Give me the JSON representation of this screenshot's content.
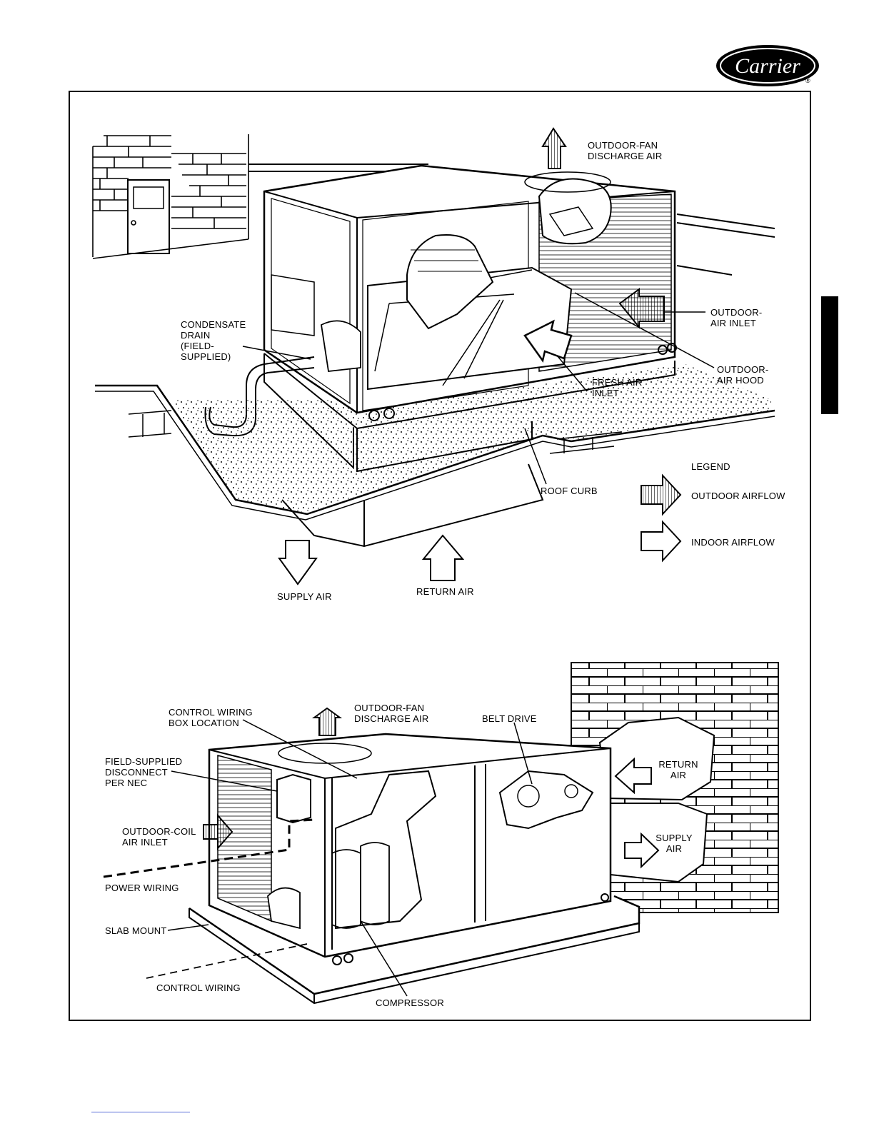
{
  "brand": {
    "name": "Carrier",
    "registered": "®"
  },
  "top_diagram": {
    "labels": {
      "outdoor_fan_discharge": "OUTDOOR-FAN\nDISCHARGE AIR",
      "condensate_drain": "CONDENSATE\nDRAIN\n(FIELD-\nSUPPLIED)",
      "outdoor_air_inlet": "OUTDOOR-\nAIR INLET",
      "outdoor_air_hood": "OUTDOOR-\nAIR HOOD",
      "fresh_air_inlet": "FRESH AIR\nINLET",
      "roof_curb": "ROOF CURB",
      "supply_air": "SUPPLY AIR",
      "return_air": "RETURN AIR"
    },
    "legend": {
      "title": "LEGEND",
      "outdoor_airflow": "OUTDOOR AIRFLOW",
      "indoor_airflow": "INDOOR AIRFLOW"
    }
  },
  "bottom_diagram": {
    "labels": {
      "control_wiring_box": "CONTROL WIRING\nBOX LOCATION",
      "outdoor_fan_discharge": "OUTDOOR-FAN\nDISCHARGE AIR",
      "belt_drive": "BELT DRIVE",
      "field_disconnect": "FIELD-SUPPLIED\nDISCONNECT\nPER NEC",
      "outdoor_coil_inlet": "OUTDOOR-COIL\nAIR INLET",
      "return_air": "RETURN\nAIR",
      "supply_air": "SUPPLY\nAIR",
      "power_wiring": "POWER WIRING",
      "slab_mount": "SLAB MOUNT",
      "control_wiring": "CONTROL WIRING",
      "compressor": "COMPRESSOR"
    }
  }
}
